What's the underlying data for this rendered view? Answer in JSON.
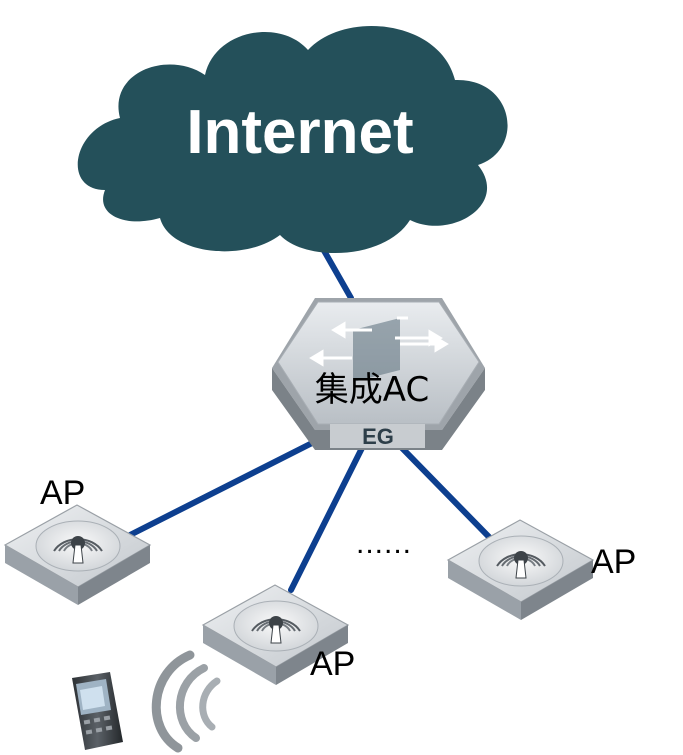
{
  "cloud": {
    "label": "Internet"
  },
  "gateway": {
    "label": "集成AC",
    "badge": "EG"
  },
  "access_points": [
    {
      "label": "AP"
    },
    {
      "label": "AP"
    },
    {
      "label": "AP"
    }
  ],
  "ellipsis": "......",
  "colors": {
    "cloud": "#24505a",
    "link": "#0d3f8f",
    "device_gray": "#c9cdd1",
    "device_dark": "#8a9096"
  },
  "icons": [
    "cloud-icon",
    "gateway-hexagon-icon",
    "access-point-icon",
    "mobile-phone-icon",
    "wifi-signal-icon"
  ]
}
